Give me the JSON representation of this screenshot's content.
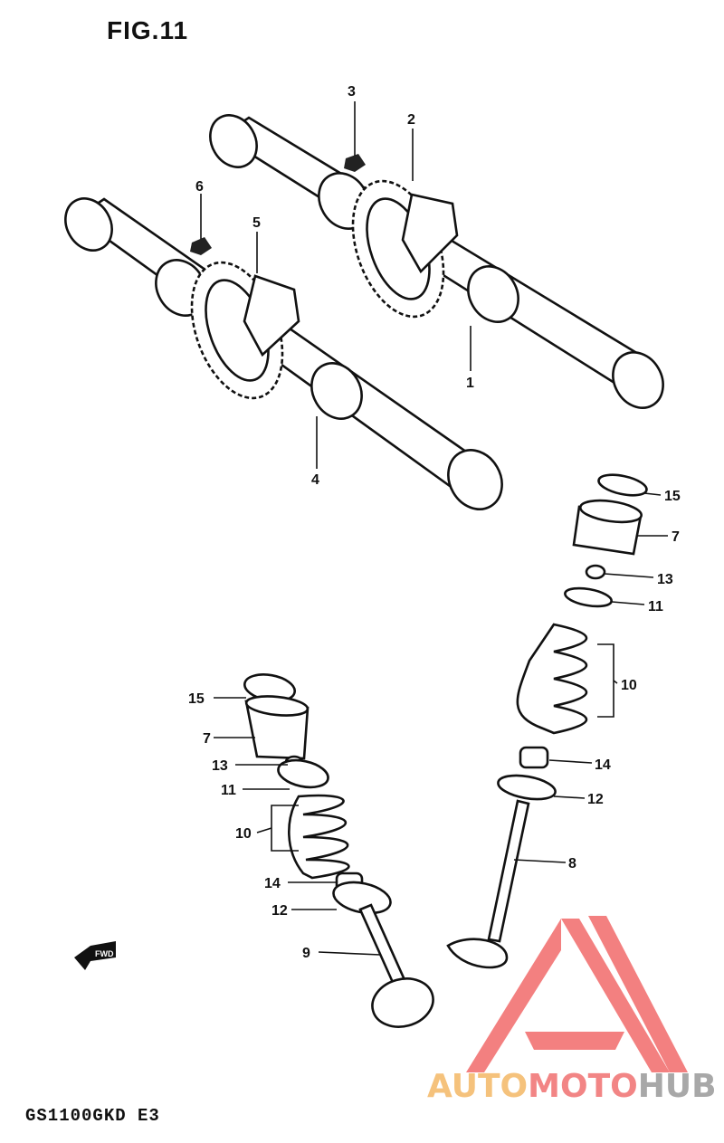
{
  "figure": {
    "title": "FIG.11",
    "model": "GS1100GKD  E3"
  },
  "watermark": {
    "part1": "AUTO",
    "part2": "MOTO",
    "part3": "HUB",
    "colors": {
      "auto": "#f4b866",
      "moto": "#f07070",
      "hub": "#9a9a9a",
      "mark": "#f26a6a"
    }
  },
  "front_marker": "FWD",
  "callouts": {
    "c1": "1",
    "c2": "2",
    "c3": "3",
    "c4": "4",
    "c5": "5",
    "c6": "6",
    "c7a": "7",
    "c7b": "7",
    "c8": "8",
    "c9": "9",
    "c10a": "10",
    "c10b": "10",
    "c11a": "11",
    "c11b": "11",
    "c12a": "12",
    "c12b": "12",
    "c13a": "13",
    "c13b": "13",
    "c14a": "14",
    "c14b": "14",
    "c15a": "15",
    "c15b": "15"
  }
}
